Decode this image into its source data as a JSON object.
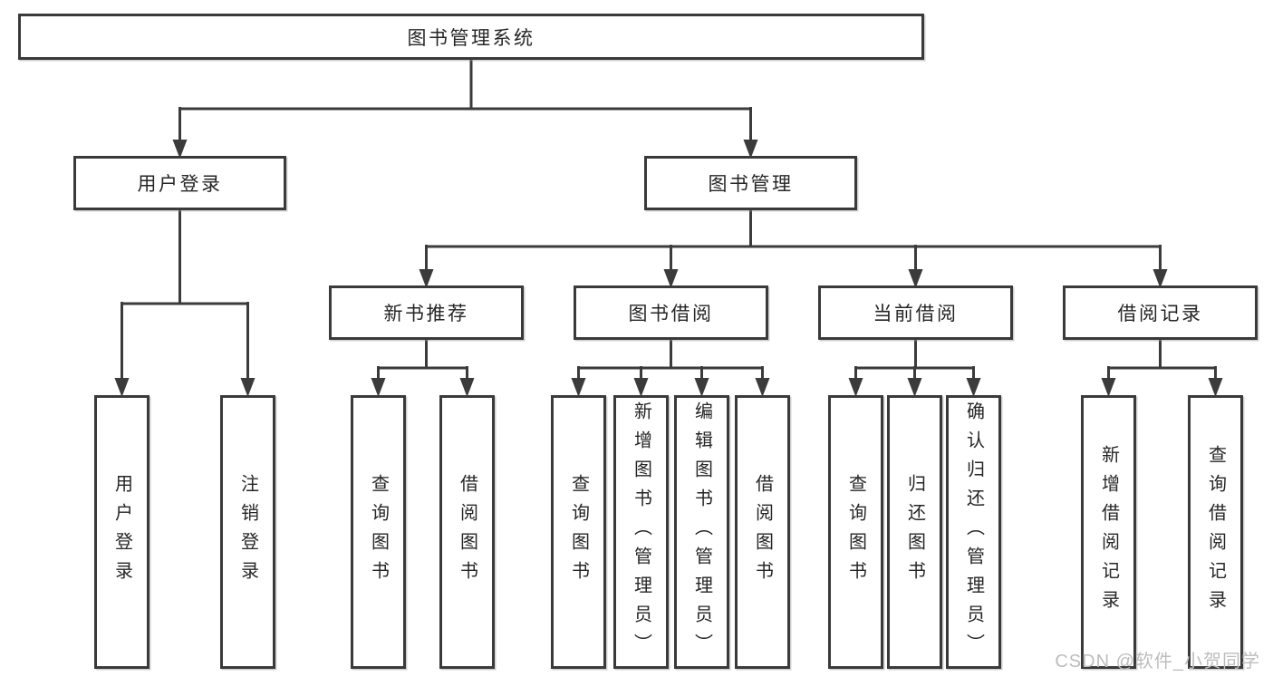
{
  "diagram": {
    "title": "图书管理系统",
    "level2": {
      "user_login": "用户登录",
      "book_mgmt": "图书管理"
    },
    "level3": {
      "new_books": "新书推荐",
      "book_borrow": "图书借阅",
      "current_borrow": "当前借阅",
      "borrow_records": "借阅记录"
    },
    "leaves": {
      "user_login": [
        "用户登录",
        "注销登录"
      ],
      "new_books": [
        "查询图书",
        "借阅图书"
      ],
      "book_borrow": [
        "查询图书",
        "新增图书（管理员）",
        "编辑图书（管理员）",
        "借阅图书"
      ],
      "current_borrow": [
        "查询图书",
        "归还图书",
        "确认归还（管理员）"
      ],
      "borrow_records": [
        "新增借阅记录",
        "查询借阅记录"
      ]
    },
    "line_color": "#3b3b3b"
  },
  "watermark": {
    "text": "CSDN @软件_小贺同学"
  }
}
